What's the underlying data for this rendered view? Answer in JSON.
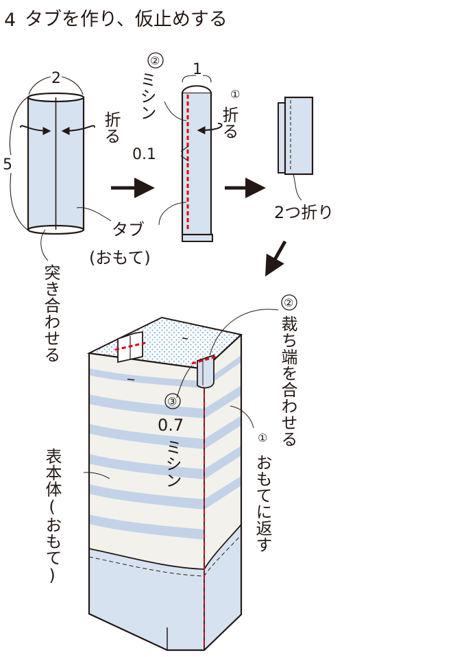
{
  "heading": {
    "step_number": "4",
    "title": "タブを作り、仮止めする"
  },
  "step_a": {
    "width_dim": "2",
    "height_dim": "5",
    "fold_label": "折る",
    "tab_label_line1": "タブ",
    "tab_label_line2": "(おもて)",
    "butt_join_label": "突き合わせる"
  },
  "step_b": {
    "width_dim": "1",
    "seam_num": "②",
    "seam_label": "ミシン",
    "fold_num": "①",
    "fold_label": "折る",
    "margin_dim": "0.1"
  },
  "step_c": {
    "label": "2つ折り"
  },
  "assembly": {
    "align_num": "②",
    "align_label": "裁ち端を合わせる",
    "turn_num": "①",
    "turn_label": "おもてに返す",
    "stitch_num": "③",
    "stitch_dim": "0.7",
    "stitch_label": "ミシン",
    "body_label": "表本体(おもて)"
  },
  "colors": {
    "ink": "#231815",
    "fabric_blue": "#d6e2ef",
    "stripe_blue": "#c2d3e8",
    "body_cream": "#f2f1ec",
    "dot_blue": "#7fb3da",
    "stitch_red": "#e60012"
  }
}
